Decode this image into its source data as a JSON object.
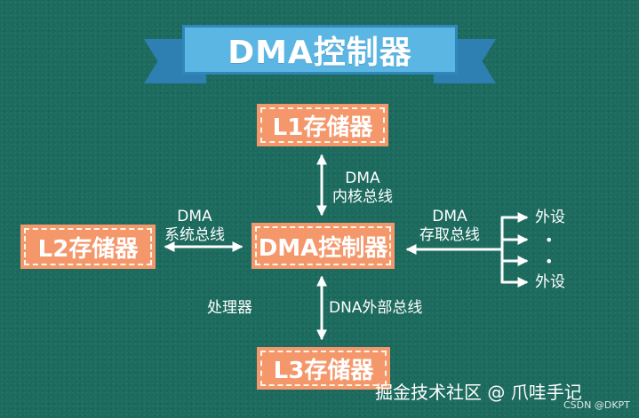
{
  "title": "DMA控制器",
  "nodes": {
    "l1": "L1存储器",
    "l2": "L2存储器",
    "l3": "L3存储器",
    "controller": "DMA控制器"
  },
  "buses": {
    "core_bus": [
      "DMA",
      "内核总线"
    ],
    "system_bus": [
      "DMA",
      "系统总线"
    ],
    "access_bus": [
      "DMA",
      "存取总线"
    ],
    "dna_bus": "DNA外部总线"
  },
  "processor_label": "处理器",
  "peripherals": {
    "top": "外设",
    "dot1": "•",
    "dot2": "•",
    "bottom": "外设"
  },
  "watermark": {
    "main": "掘金技术社区 @ 爪哇手记",
    "sub": "CSDN @DKPT"
  },
  "colors": {
    "background": "#1c6b5e",
    "node_fill": "#f4976b",
    "banner": "#5bb6e4",
    "banner_dark": "#2e7fb2",
    "arrow": "#ffffff"
  }
}
